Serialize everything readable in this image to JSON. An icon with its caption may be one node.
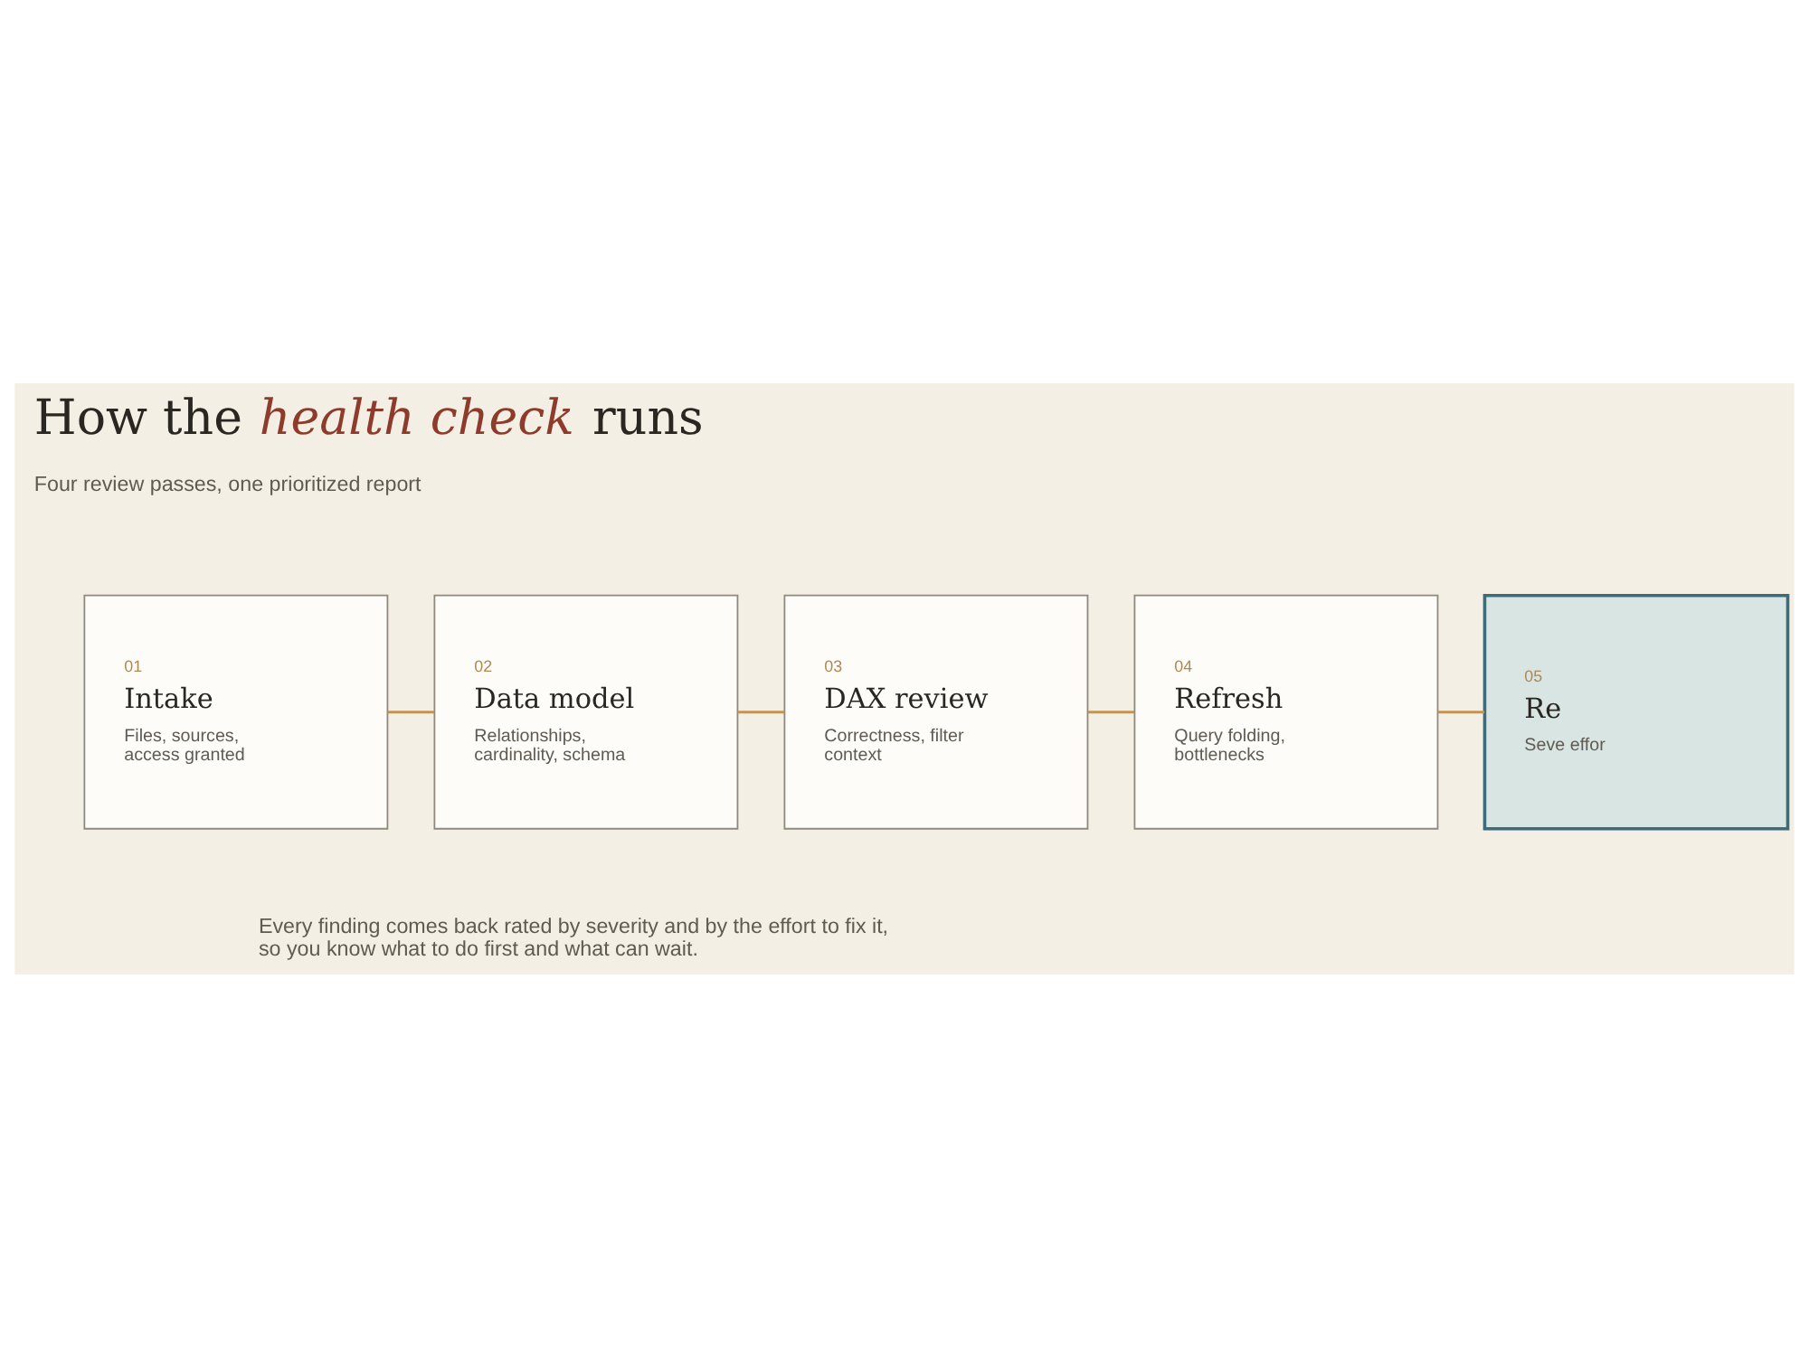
{
  "diagram": {
    "title": "How the *health check* runs",
    "nodes": [
      {
        "text": [
          "01",
          "Intake",
          "Files, sources, access granted"
        ]
      },
      {
        "text": [
          "02",
          "Data model",
          "Relationships, cardinality, schema"
        ]
      },
      {
        "text": [
          "03",
          "DAX review",
          "Correctness, filter context"
        ]
      },
      {
        "text": [
          "04",
          "Refresh",
          "Query folding, bottlenecks"
        ]
      },
      {
        "text": [
          "05",
          "Re",
          "Seve effor"
        ]
      }
    ],
    "edges": [
      {
        "from": 0,
        "to": 1,
        "arrow": "none"
      },
      {
        "from": 1,
        "to": 2,
        "arrow": "none"
      },
      {
        "from": 2,
        "to": 3,
        "arrow": "none"
      },
      {
        "from": 3,
        "to": 4,
        "arrow": "none"
      }
    ],
    "labels": [
      "Four review passes, one prioritized report",
      "Every finding comes back rated by severity and by the effort to fix it, so you know what to do first and what can wait."
    ]
  }
}
